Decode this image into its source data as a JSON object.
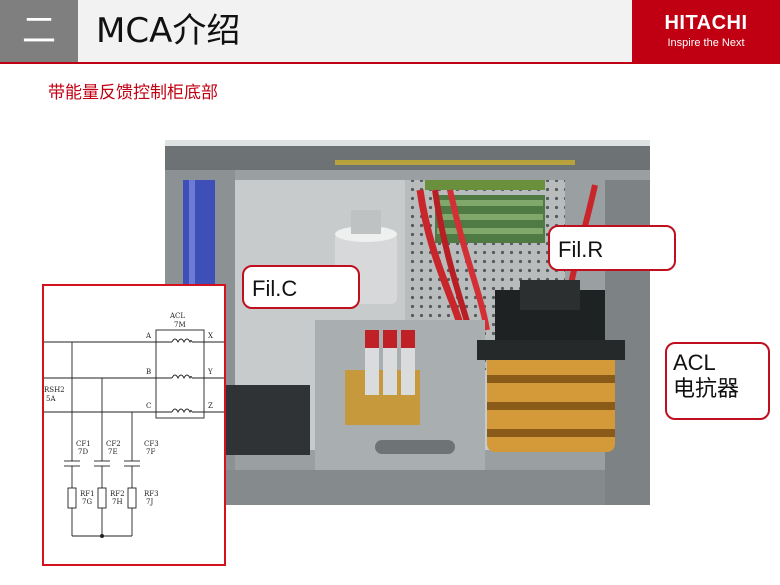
{
  "header": {
    "section_number": "二",
    "title": "MCA介绍",
    "brand_name": "HITACHI",
    "brand_tagline": "Inspire the Next"
  },
  "subtitle": "带能量反馈控制柜底部",
  "callouts": {
    "filc": "Fil.C",
    "filr": "Fil.R",
    "acl_line1": "ACL",
    "acl_line2": "电抗器"
  },
  "schematic": {
    "reactor_label": "ACL",
    "reactor_code": "7M",
    "phase_in": [
      "A",
      "B",
      "C"
    ],
    "phase_out": [
      "X",
      "Y",
      "Z"
    ],
    "supply_label": "RSH2",
    "supply_code": "5A",
    "capacitors": [
      {
        "name": "CF1",
        "code": "7D"
      },
      {
        "name": "CF2",
        "code": "7E"
      },
      {
        "name": "CF3",
        "code": "7F"
      }
    ],
    "resistors": [
      {
        "name": "RF1",
        "code": "7G"
      },
      {
        "name": "RF2",
        "code": "7H"
      },
      {
        "name": "RF3",
        "code": "7J"
      }
    ]
  },
  "colors": {
    "accent_red": "#c00012",
    "header_gray": "#f2f2f2",
    "section_gray": "#7f7f7f"
  }
}
